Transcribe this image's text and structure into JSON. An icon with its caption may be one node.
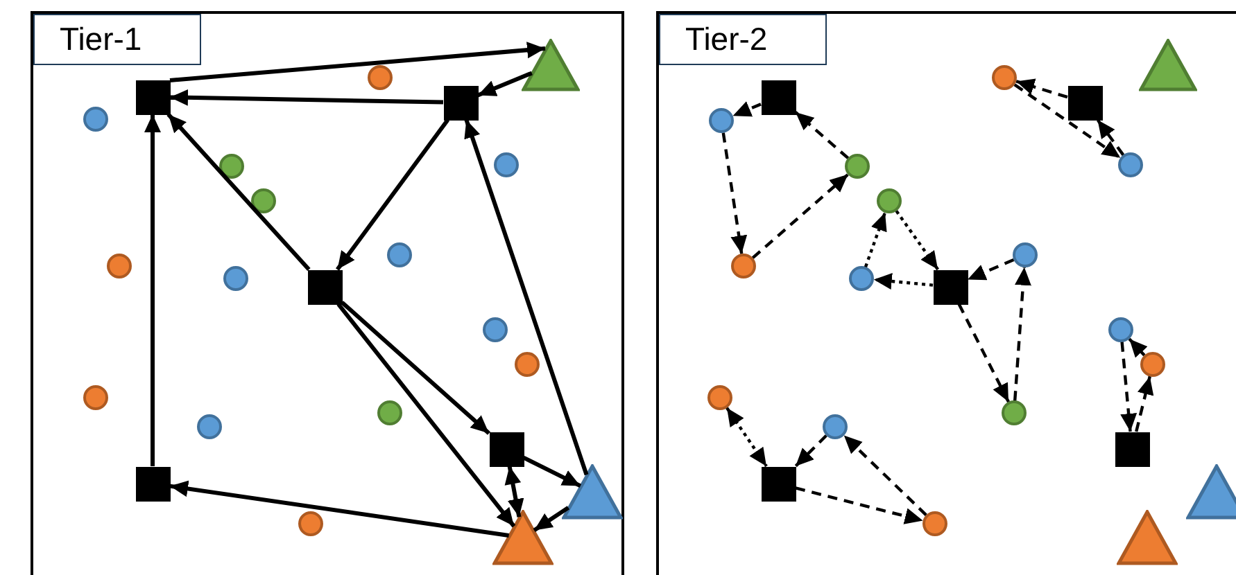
{
  "diagram": {
    "nodes": [
      {
        "text": [
          "Tier-1"
        ]
      },
      {
        "text": [],
        "shape": "box",
        "in": 0
      },
      {
        "text": [],
        "shape": "circle",
        "in": 0
      },
      {
        "text": [],
        "shape": "triangle",
        "in": 0
      },
      {
        "text": [],
        "shape": "circle",
        "in": 0
      },
      {
        "text": [],
        "shape": "box",
        "in": 0
      },
      {
        "text": [],
        "shape": "circle",
        "in": 0
      },
      {
        "text": [],
        "shape": "circle",
        "in": 0
      },
      {
        "text": [],
        "shape": "circle",
        "in": 0
      },
      {
        "text": [],
        "shape": "circle",
        "in": 0
      },
      {
        "text": [],
        "shape": "circle",
        "in": 0
      },
      {
        "text": [],
        "shape": "circle",
        "in": 0
      },
      {
        "text": [],
        "shape": "box",
        "in": 0
      },
      {
        "text": [],
        "shape": "circle",
        "in": 0
      },
      {
        "text": [],
        "shape": "circle",
        "in": 0
      },
      {
        "text": [],
        "shape": "circle",
        "in": 0
      },
      {
        "text": [],
        "shape": "circle",
        "in": 0
      },
      {
        "text": [],
        "shape": "circle",
        "in": 0
      },
      {
        "text": [],
        "shape": "box",
        "in": 0
      },
      {
        "text": [],
        "shape": "box",
        "in": 0
      },
      {
        "text": [],
        "shape": "triangle",
        "in": 0
      },
      {
        "text": [],
        "shape": "circle",
        "in": 0
      },
      {
        "text": [],
        "shape": "triangle",
        "in": 0
      },
      {
        "text": [
          "Tier-2"
        ]
      },
      {
        "text": [],
        "shape": "circle",
        "in": 23
      },
      {
        "text": [],
        "shape": "triangle",
        "in": 23
      },
      {
        "text": [],
        "shape": "box",
        "in": 23
      },
      {
        "text": [],
        "shape": "box",
        "in": 23
      },
      {
        "text": [],
        "shape": "circle",
        "in": 23
      },
      {
        "text": [],
        "shape": "circle",
        "in": 23
      },
      {
        "text": [],
        "shape": "circle",
        "in": 23
      },
      {
        "text": [],
        "shape": "circle",
        "in": 23
      },
      {
        "text": [],
        "shape": "circle",
        "in": 23
      },
      {
        "text": [],
        "shape": "circle",
        "in": 23
      },
      {
        "text": [],
        "shape": "circle",
        "in": 23
      },
      {
        "text": [],
        "shape": "box",
        "in": 23
      },
      {
        "text": [],
        "shape": "circle",
        "in": 23
      },
      {
        "text": [],
        "shape": "circle",
        "in": 23
      },
      {
        "text": [],
        "shape": "circle",
        "in": 23
      },
      {
        "text": [],
        "shape": "circle",
        "in": 23
      },
      {
        "text": [],
        "shape": "circle",
        "in": 23
      },
      {
        "text": [],
        "shape": "box",
        "in": 23
      },
      {
        "text": [],
        "shape": "box",
        "in": 23
      },
      {
        "text": [],
        "shape": "triangle",
        "in": 23
      },
      {
        "text": [],
        "shape": "circle",
        "in": 23
      },
      {
        "text": [],
        "shape": "triangle",
        "in": 23
      }
    ],
    "edges": [
      {
        "from": 1,
        "to": 3,
        "arrow": "to"
      },
      {
        "from": 5,
        "to": 1,
        "arrow": "to"
      },
      {
        "from": 3,
        "to": 5,
        "arrow": "to"
      },
      {
        "from": 19,
        "to": 1,
        "arrow": "to"
      },
      {
        "from": 12,
        "to": 1,
        "arrow": "to"
      },
      {
        "from": 5,
        "to": 12,
        "arrow": "to"
      },
      {
        "from": 20,
        "to": 5,
        "arrow": "to"
      },
      {
        "from": 12,
        "to": 18,
        "arrow": "to"
      },
      {
        "from": 12,
        "to": 22,
        "arrow": "to"
      },
      {
        "from": 18,
        "to": 20,
        "arrow": "to"
      },
      {
        "from": 18,
        "to": 22,
        "arrow": "both"
      },
      {
        "from": 20,
        "to": 22,
        "arrow": "to"
      },
      {
        "from": 22,
        "to": 19,
        "arrow": "to"
      },
      {
        "from": 26,
        "to": 28,
        "arrow": "to",
        "style": "dashed"
      },
      {
        "from": 28,
        "to": 33,
        "arrow": "to",
        "style": "dashed"
      },
      {
        "from": 33,
        "to": 29,
        "arrow": "to",
        "style": "dashed"
      },
      {
        "from": 29,
        "to": 26,
        "arrow": "to",
        "style": "dashed"
      },
      {
        "from": 27,
        "to": 24,
        "arrow": "to",
        "style": "dashed"
      },
      {
        "from": 24,
        "to": 30,
        "arrow": "to",
        "style": "dashed"
      },
      {
        "from": 30,
        "to": 27,
        "arrow": "to",
        "style": "dashed"
      },
      {
        "from": 34,
        "to": 31,
        "arrow": "to",
        "style": "dashed"
      },
      {
        "from": 31,
        "to": 35,
        "arrow": "to",
        "style": "dashed"
      },
      {
        "from": 35,
        "to": 34,
        "arrow": "to",
        "style": "dashed"
      },
      {
        "from": 32,
        "to": 35,
        "arrow": "to",
        "style": "dashed"
      },
      {
        "from": 35,
        "to": 39,
        "arrow": "to",
        "style": "dashed"
      },
      {
        "from": 39,
        "to": 32,
        "arrow": "to",
        "style": "dashed"
      },
      {
        "from": 36,
        "to": 41,
        "arrow": "to",
        "style": "dashed"
      },
      {
        "from": 41,
        "to": 37,
        "arrow": "to",
        "style": "dashed"
      },
      {
        "from": 37,
        "to": 36,
        "arrow": "to",
        "style": "dashed"
      },
      {
        "from": 38,
        "to": 42,
        "arrow": "both",
        "style": "dashed"
      },
      {
        "from": 40,
        "to": 42,
        "arrow": "to",
        "style": "dashed"
      },
      {
        "from": 42,
        "to": 44,
        "arrow": "to",
        "style": "dashed"
      },
      {
        "from": 44,
        "to": 40,
        "arrow": "to",
        "style": "dashed"
      }
    ]
  }
}
